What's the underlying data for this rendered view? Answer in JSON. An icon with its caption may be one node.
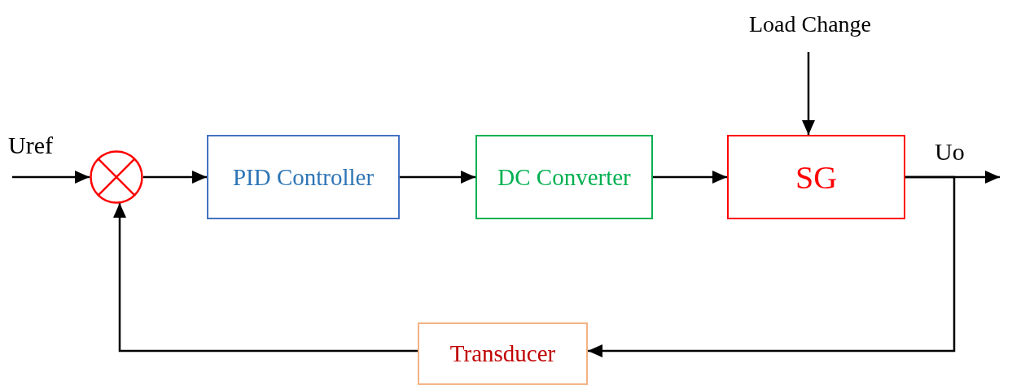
{
  "diagram": {
    "nodes": [
      {
        "text": [],
        "shape": "circle"
      },
      {
        "text": [
          "PID Controller"
        ]
      },
      {
        "text": [
          "DC Converter"
        ]
      },
      {
        "text": [
          "SG"
        ]
      },
      {
        "text": [
          "Transducer"
        ]
      },
      {
        "text": [
          "Load Change"
        ]
      }
    ],
    "edges": [
      {
        "from": null,
        "to": 0,
        "arrow": "to"
      },
      {
        "from": 0,
        "to": 1,
        "arrow": "to"
      },
      {
        "from": 1,
        "to": 2,
        "arrow": "to"
      },
      {
        "from": 2,
        "to": 3,
        "arrow": "to"
      },
      {
        "from": 3,
        "to": null,
        "arrow": "to"
      },
      {
        "from": 3,
        "to": 4,
        "arrow": "to"
      },
      {
        "from": 4,
        "to": 0,
        "arrow": "to"
      },
      {
        "from": 5,
        "to": 3,
        "arrow": "to"
      }
    ],
    "labels": [
      "Uref",
      "Uo"
    ]
  }
}
